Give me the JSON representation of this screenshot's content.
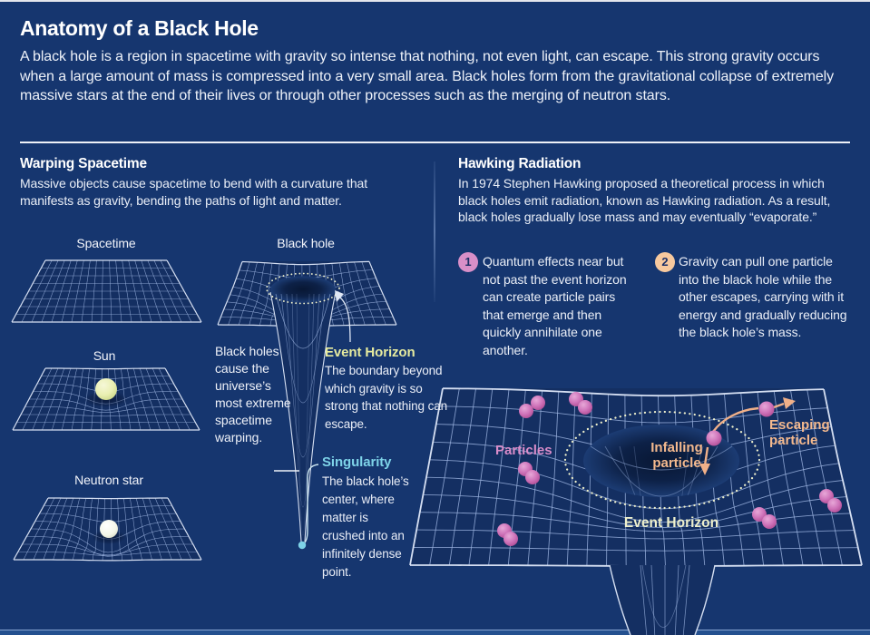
{
  "header": {
    "title": "Anatomy of a Black Hole",
    "intro": "A black hole is a region in spacetime with gravity so intense that nothing, not even light, can escape. This strong gravity occurs when a large amount of mass is compressed into a very small area. Black holes form from the gravitational collapse of extremely massive stars at the end of their lives or through other processes such as the merging of neutron stars."
  },
  "warping": {
    "heading": "Warping Spacetime",
    "subtext": "Massive objects cause spacetime to bend with a curvature that manifests as gravity, bending the paths of light and matter.",
    "labels": {
      "spacetime": "Spacetime",
      "sun": "Sun",
      "neutron_star": "Neutron star",
      "black_hole": "Black hole"
    },
    "caption": "Black holes cause the universe’s most extreme spacetime warping.",
    "event_horizon": {
      "title": "Event Horizon",
      "body": "The boundary beyond which gravity is so strong that nothing can escape."
    },
    "singularity": {
      "title": "Singularity",
      "body": "The black hole’s center, where matter is crushed into an infinitely dense point."
    }
  },
  "hawking": {
    "heading": "Hawking Radiation",
    "intro": "In 1974 Stephen Hawking proposed a theoretical process in which black holes emit radiation, known as Hawking radiation. As a result, black holes gradually lose mass and may eventually “evaporate.”",
    "points": [
      {
        "num": "1",
        "text": "Quantum effects near but not past the event horizon can create particle pairs that emerge and then quickly annihilate one another."
      },
      {
        "num": "2",
        "text": "Gravity can pull one particle into the black hole while the other escapes, carrying with it energy and gradually reducing the black hole’s mass."
      }
    ],
    "diagram": {
      "labels": {
        "particles": "Particles",
        "infalling": "Infalling particle",
        "escaping": "Escaping particle",
        "event_horizon": "Event Horizon"
      },
      "particle_pairs": [
        [
          [
            580,
            453
          ],
          [
            593,
            444
          ]
        ],
        [
          [
            635,
            440
          ],
          [
            645,
            449
          ]
        ],
        [
          [
            579,
            517
          ],
          [
            587,
            526
          ]
        ],
        [
          [
            556,
            585
          ],
          [
            563,
            594
          ]
        ],
        [
          [
            837,
            567
          ],
          [
            848,
            575
          ]
        ],
        [
          [
            911,
            547
          ],
          [
            920,
            557
          ]
        ]
      ],
      "infalling_particle": [
        787,
        483
      ],
      "escaping_particle": [
        845,
        451
      ]
    }
  },
  "colors": {
    "background": "#16366f",
    "grid_fill": "#142f62",
    "grid_line": "#9db5e2",
    "grid_edge": "#d5dff2",
    "pale_cream": "#eef0cc",
    "event_horizon_title": "#e6eb9f",
    "singularity_title": "#7ed3e8",
    "particle_pink": "#cf74ba",
    "particle_label": "#d98cc9",
    "peach": "#f0b089",
    "peach_label": "#f4b98e",
    "badge1_bg": "#d88fc8",
    "badge2_bg": "#f7c99e",
    "badge_text": "#1b2f66",
    "sun_fill": "#e9efb2",
    "neutron_fill": "#f4f6e8",
    "footer_bar": "#24508f"
  }
}
